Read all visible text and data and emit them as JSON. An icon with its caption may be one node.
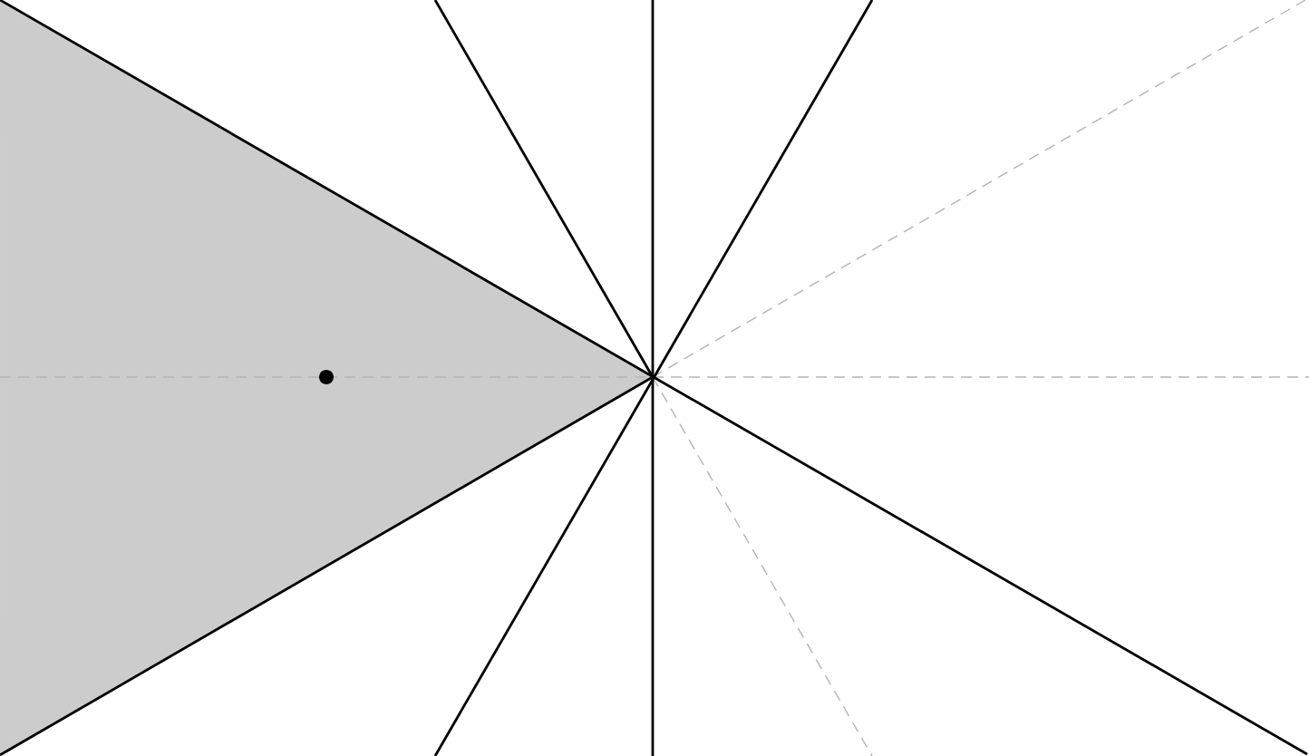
{
  "diagram": {
    "nodes": [
      {
        "text": [],
        "shape": "triangle"
      },
      {
        "text": [],
        "shape": "circle",
        "in": 0
      }
    ]
  }
}
